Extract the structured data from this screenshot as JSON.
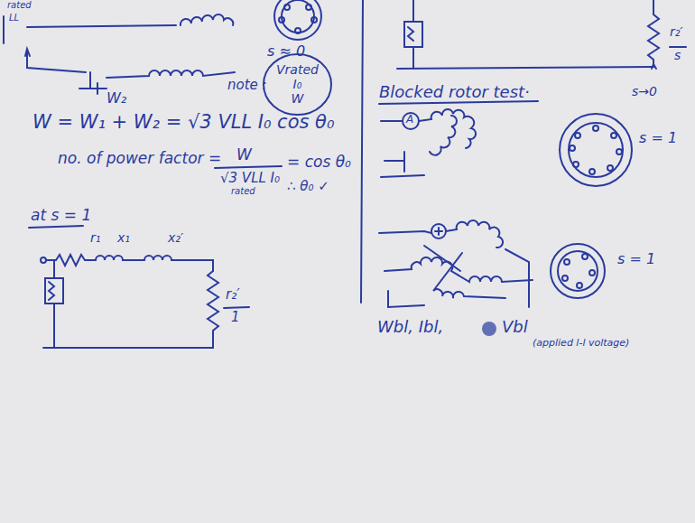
{
  "diagram": {
    "nodes": [
      {
        "text": [
          "Vrated",
          "I₀",
          "W"
        ]
      }
    ],
    "labels": [
      "rated",
      "LL",
      "W₂",
      "s ≈ 0",
      "note :",
      "W = W₁ + W₂ = √3 VLL I₀ cos θ₀",
      "no. of power factor =",
      "W",
      "√3 VLL I₀",
      "rated",
      "= cos θ₀",
      "∴ θ₀ ✓",
      "at s = 1",
      "r₁",
      "x₁",
      "x₂′",
      "r₂′",
      "1",
      "r₂′",
      "s",
      "s→0",
      "Blocked rotor test·",
      "A",
      "s = 1",
      "s = 1",
      "Wbl, Ibl,",
      "Vbl",
      "(applied l-l voltage)"
    ]
  }
}
